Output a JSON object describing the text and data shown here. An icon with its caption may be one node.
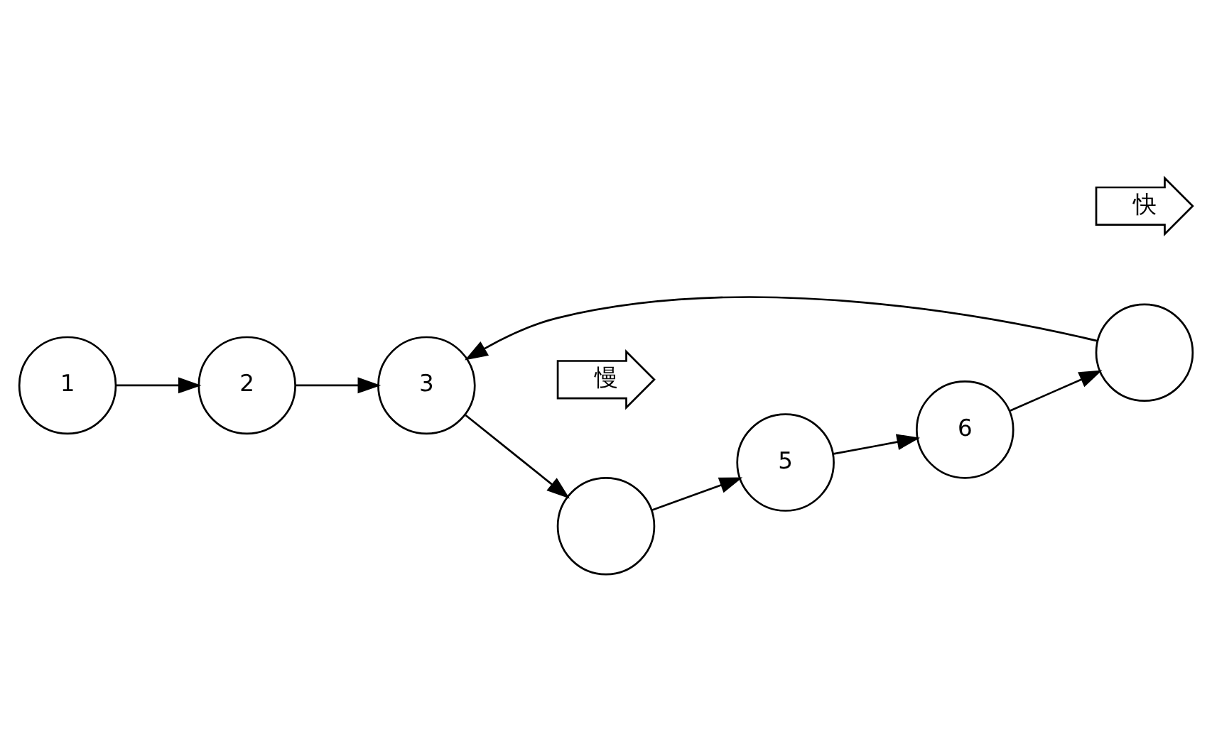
{
  "diagram": {
    "nodes": [
      {
        "text": [
          "1"
        ]
      },
      {
        "text": [
          "2"
        ]
      },
      {
        "text": [
          "3"
        ]
      },
      {
        "text": [],
        "shape": "circle"
      },
      {
        "text": [
          "慢"
        ]
      },
      {
        "text": [
          "5"
        ]
      },
      {
        "text": [
          "6"
        ]
      },
      {
        "text": [],
        "shape": "circle"
      },
      {
        "text": [
          "快"
        ]
      }
    ],
    "edges": [
      {
        "from": 0,
        "to": 1,
        "arrow": "to"
      },
      {
        "from": 1,
        "to": 2,
        "arrow": "to"
      },
      {
        "from": 2,
        "to": 3,
        "arrow": "to"
      },
      {
        "from": 3,
        "to": 5,
        "arrow": "to"
      },
      {
        "from": 5,
        "to": 6,
        "arrow": "to"
      },
      {
        "from": 6,
        "to": 7,
        "arrow": "to"
      },
      {
        "from": 7,
        "to": 2,
        "arrow": "to"
      }
    ]
  }
}
